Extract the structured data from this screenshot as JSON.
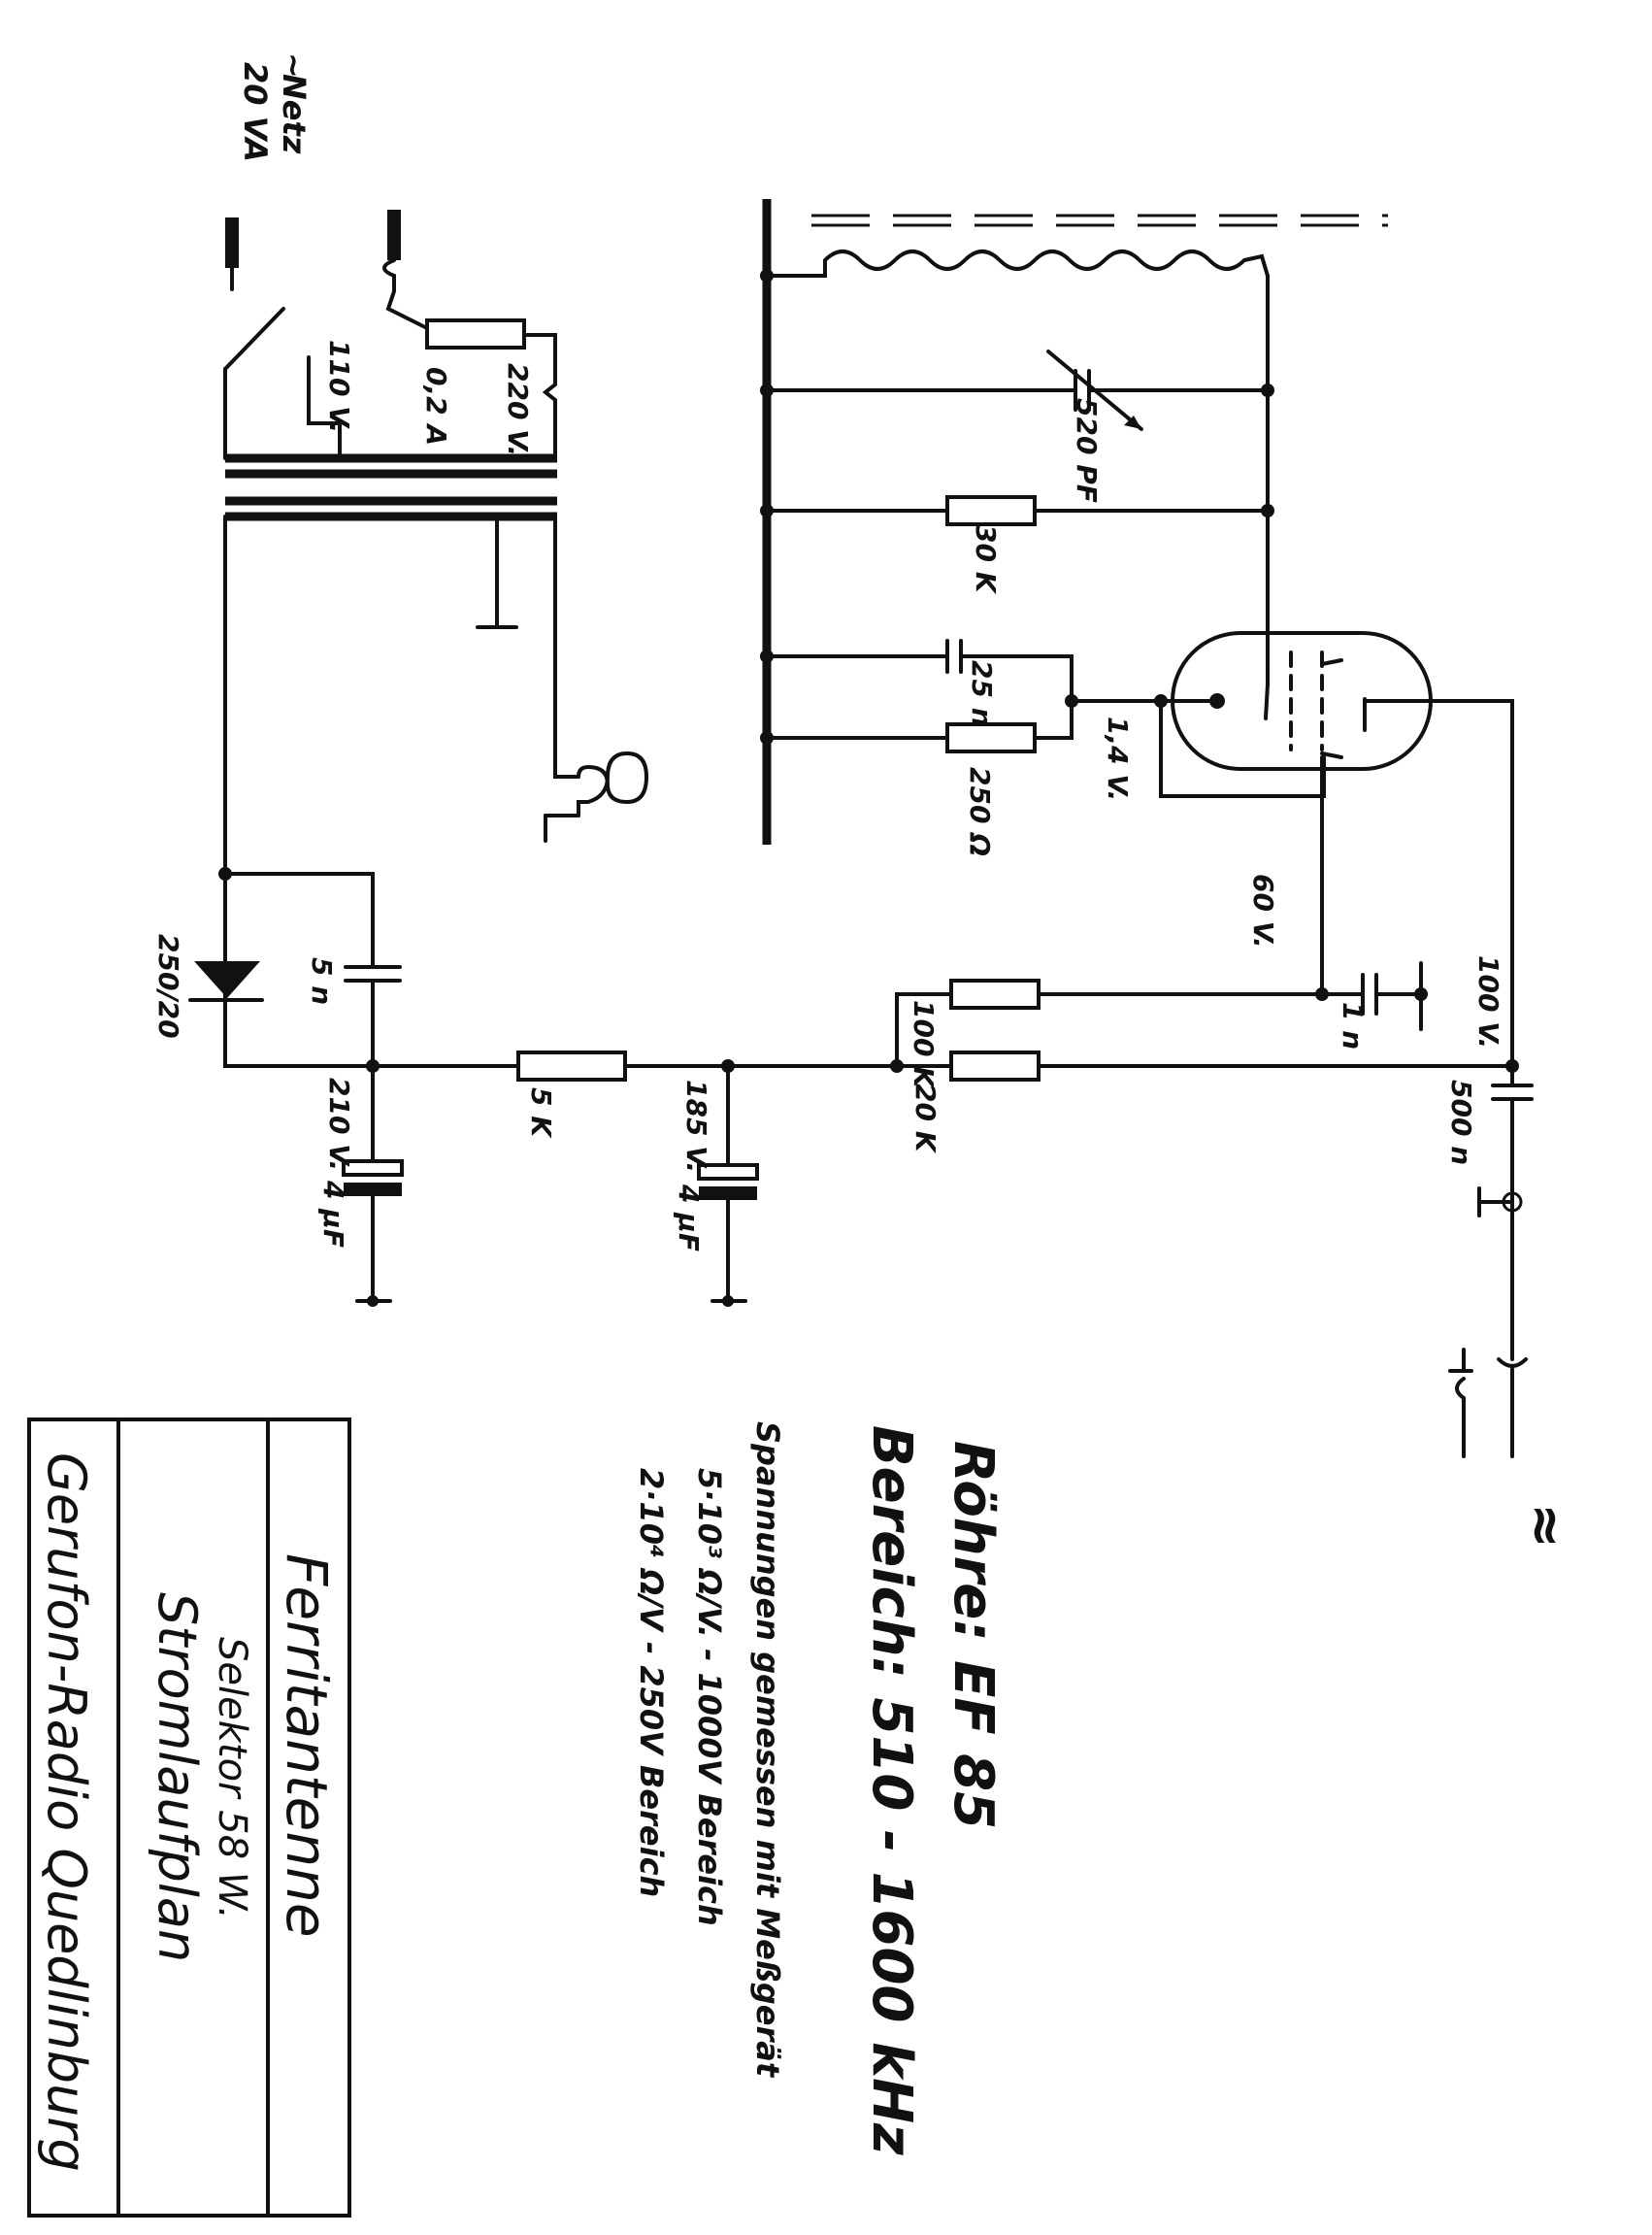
{
  "mains": {
    "symbol": "~",
    "label": "Netz",
    "rating": "20 VA"
  },
  "transformer": {
    "tap_220": "220 V.",
    "tap_110": "110 V.",
    "fuse": "0,2 A"
  },
  "components": {
    "c_5n": "5 n",
    "rectifier": "250/20",
    "v_210": "210 V.",
    "elko_1": "4 µF",
    "r_5k": "5 K",
    "v_185": "185 V.",
    "elko_2": "4 µF",
    "r_100k": "100 K",
    "r_20k": "20 K",
    "c_1n": "1 n",
    "v_60": "60 V.",
    "v_100": "100 V.",
    "c_500n": "500 n",
    "v_14": "1,4 V.",
    "r_250": "250 Ω",
    "c_25n": "25 n",
    "r_30k": "30 K",
    "c_var": "520 PF"
  },
  "specs": {
    "tube": "Röhre:  EF 85",
    "range": "Bereich: 510 - 1600 kHz",
    "meas_head": "Spannungen gemessen mit Meßgerät",
    "meas_1": "5·10³ Ω/V. - 1000V Bereich",
    "meas_2": "2·10⁴ Ω/V  -  250V Bereich"
  },
  "rf_symbol": "≈",
  "title_block": {
    "title": "Ferritantenne",
    "subtitle": "Selektor  58 W.",
    "kind": "Stromlaufplan",
    "company": "Gerufon-Radio  Quedlinburg"
  }
}
